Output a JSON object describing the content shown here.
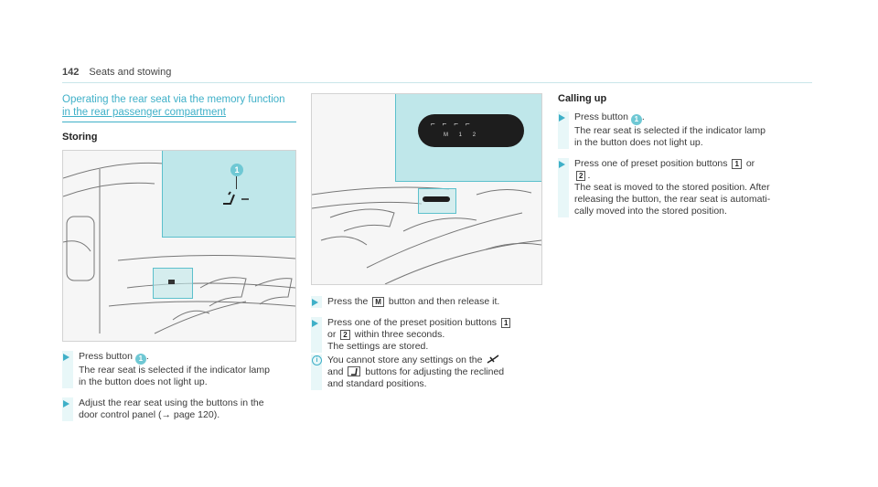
{
  "header": {
    "page_number": "142",
    "section": "Seats and stowing"
  },
  "section": {
    "title_line1": "Operating the rear seat via the memory function",
    "title_line2": "in the rear passenger compartment"
  },
  "storing": {
    "heading": "Storing",
    "figure_callout": "1",
    "step1": {
      "text_a": "Press button",
      "badge": "1",
      "text_b": ".",
      "line2": "The rear seat is selected if the indicator lamp",
      "line3": "in the button does not light up."
    },
    "step2": {
      "line1": "Adjust the rear seat using the buttons in the",
      "line2": "door control panel (",
      "xref": "page 120",
      "line2_end": ")."
    },
    "step3": {
      "text_a": "Press the",
      "key": "M",
      "text_b": "button and then release it."
    },
    "step4": {
      "text_a": "Press one of the preset position buttons",
      "key1": "1",
      "line2_a": "or",
      "key2": "2",
      "line2_b": "within three seconds.",
      "line3": "The settings are stored."
    },
    "note": {
      "text_a": "You cannot store any settings on the",
      "line2_a": "and",
      "line2_b": "buttons for adjusting the reclined",
      "line3": "and standard positions."
    },
    "panel_key_labels": [
      "M",
      "1",
      "2"
    ]
  },
  "calling_up": {
    "heading": "Calling up",
    "step1": {
      "text_a": "Press button",
      "badge": "1",
      "text_b": ".",
      "line2": "The rear seat is selected if the indicator lamp",
      "line3": "in the button does not light up."
    },
    "step2": {
      "text_a": "Press one of preset position buttons",
      "key1": "1",
      "text_b": "or",
      "key2": "2",
      "text_c": ".",
      "line3": "The seat is moved to the stored position. After",
      "line4": "releasing the button, the rear seat is automati-",
      "line5": "cally moved into the stored position."
    }
  },
  "colors": {
    "accent": "#3fb0c8",
    "inset": "#bfe7ea",
    "step_bar": "#e8f7f8"
  },
  "icons": [
    "arrow-icon",
    "info-icon",
    "seat-recline-icon",
    "seat-upright-icon",
    "xref-arrow-icon"
  ]
}
